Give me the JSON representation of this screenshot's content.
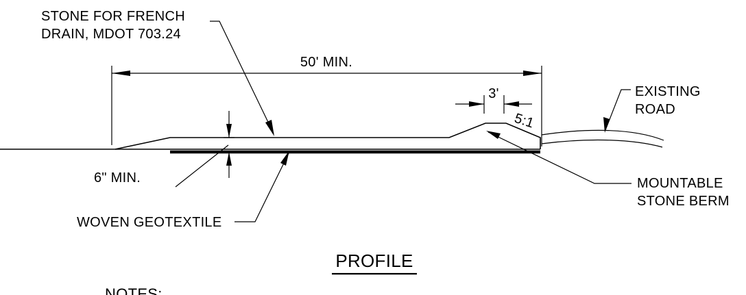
{
  "labels": {
    "stone_line1": "STONE FOR FRENCH",
    "stone_line2": "DRAIN, MDOT 703.24",
    "length": "50' MIN.",
    "existing_line1": "EXISTING",
    "existing_line2": "ROAD",
    "berm_width": "3'",
    "slope": "5:1",
    "depth": "6\" MIN.",
    "berm_line1": "MOUNTABLE",
    "berm_line2": "STONE BERM",
    "geotextile": "WOVEN GEOTEXTILE",
    "profile_title": "PROFILE",
    "notes_heading": "NOTES:"
  }
}
